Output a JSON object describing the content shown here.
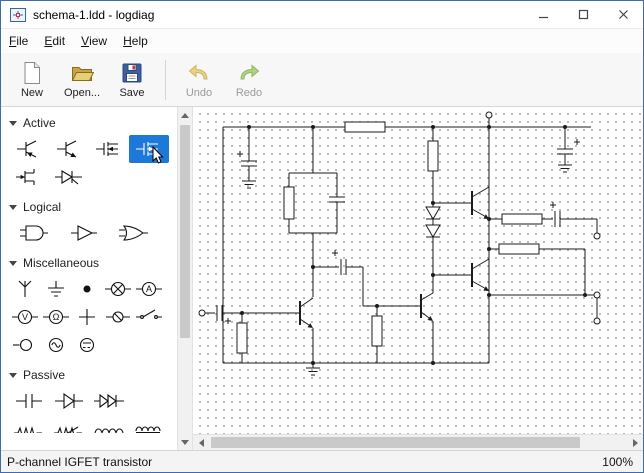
{
  "window": {
    "title": "schema-1.ldd - logdiag",
    "icons": [
      "app-icon",
      "minimize-icon",
      "maximize-icon",
      "close-icon"
    ]
  },
  "menu": {
    "items": [
      {
        "label": "File"
      },
      {
        "label": "Edit"
      },
      {
        "label": "View"
      },
      {
        "label": "Help"
      }
    ]
  },
  "toolbar": {
    "buttons": [
      {
        "label": "New",
        "icon": "new-document-icon",
        "disabled": false
      },
      {
        "label": "Open...",
        "icon": "open-folder-icon",
        "disabled": false
      },
      {
        "label": "Save",
        "icon": "save-floppy-icon",
        "disabled": false
      },
      {
        "label": "Undo",
        "icon": "undo-arrow-icon",
        "disabled": true
      },
      {
        "label": "Redo",
        "icon": "redo-arrow-icon",
        "disabled": true
      }
    ]
  },
  "palette": {
    "categories": [
      {
        "label": "Active",
        "items": [
          "transistor-pnp",
          "transistor-npn",
          "igfet-n-channel",
          "igfet-p-channel",
          "jfet",
          "thyristor"
        ],
        "selected": "igfet-p-channel"
      },
      {
        "label": "Logical",
        "items": [
          "and-gate",
          "buffer",
          "or-gate"
        ]
      },
      {
        "label": "Miscellaneous",
        "items": [
          "antenna",
          "ground",
          "junction-node",
          "lamp",
          "ammeter",
          "voltmeter",
          "ohmmeter",
          "wire-crossing",
          "indicator",
          "switch",
          "terminal",
          "ac-source",
          "dc-source"
        ]
      },
      {
        "label": "Passive",
        "items": [
          "capacitor",
          "diode",
          "diac",
          "resistor",
          "varistor",
          "inductor",
          "transformer"
        ]
      }
    ]
  },
  "canvas": {
    "content": "circuit-schematic"
  },
  "statusbar": {
    "left": "P-channel IGFET transistor",
    "zoom": "100%"
  },
  "colors": {
    "accent": "#1e78d7",
    "window_border": "#3a6ea5",
    "grid_dot": "#a8a8a8"
  },
  "icons": [
    "scroll-up-icon",
    "scroll-down-icon",
    "scroll-left-icon",
    "scroll-right-icon",
    "mouse-cursor-icon",
    "expander-triangle-icon"
  ]
}
